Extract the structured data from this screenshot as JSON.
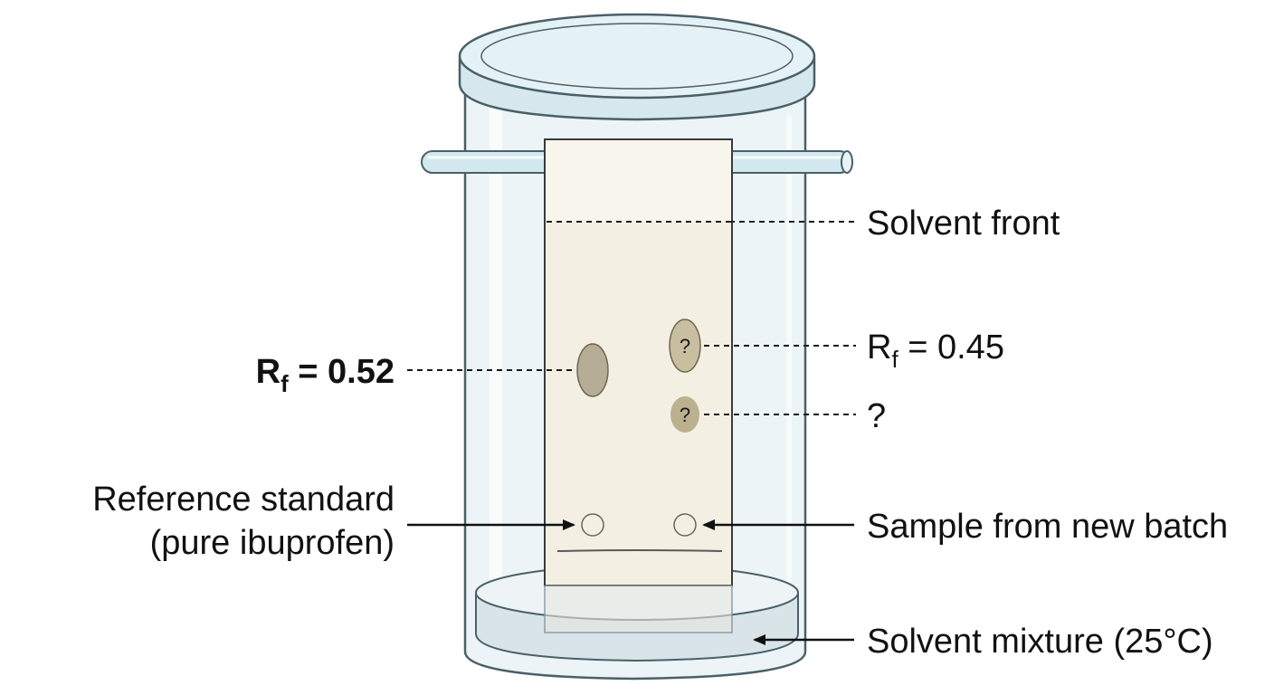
{
  "labels": {
    "solvent_front": "Solvent front",
    "rf_right_main": "R",
    "rf_right_sub": "f",
    "rf_right_value": " = 0.45",
    "unknown_spot": "?",
    "rf_left_main": "R",
    "rf_left_sub": "f",
    "rf_left_value": " = 0.52",
    "reference_line1": "Reference standard",
    "reference_line2": "(pure ibuprofen)",
    "sample": "Sample from new batch",
    "solvent_mixture": "Solvent mixture (25°C)"
  },
  "spots": {
    "upper_spot_mark": "?",
    "lower_spot_mark": "?"
  },
  "colors": {
    "chamber_glass": "#dcebf0",
    "chamber_outline": "#4a6068",
    "tlc_plate": "#f3f0e3",
    "reference_spot": "#b5ad95",
    "sample_spot_upper": "#c8bea0",
    "sample_spot_lower": "#bcb08e",
    "solvent": "#e4edf0"
  }
}
